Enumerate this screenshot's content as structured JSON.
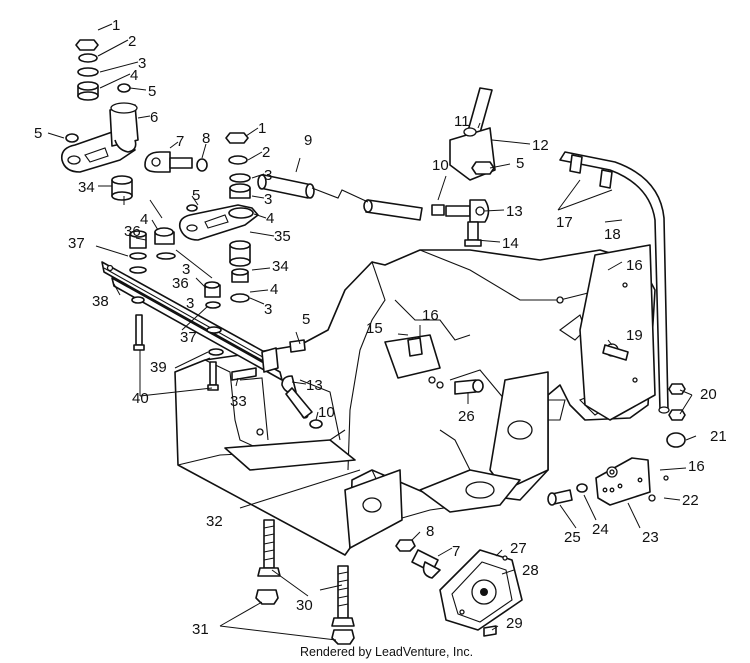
{
  "credit": "Rendered by LeadVenture, Inc.",
  "callouts": {
    "c1a": "1",
    "c2a": "2",
    "c3a": "3",
    "c4a": "4",
    "c5a": "5",
    "c5b": "5",
    "c6": "6",
    "c7a": "7",
    "c8a": "8",
    "c1b": "1",
    "c2b": "2",
    "c9": "9",
    "c3b": "3",
    "c5c": "5",
    "c4b": "4",
    "c34a": "34",
    "c35": "35",
    "c11": "11",
    "c12": "12",
    "c5d": "5",
    "c10a": "10",
    "c13a": "13",
    "c14": "14",
    "c17": "17",
    "c18": "18",
    "c16a": "16",
    "c37a": "37",
    "c36a": "36",
    "c4c": "4",
    "c3c": "3",
    "c34b": "34",
    "c38": "38",
    "c36b": "36",
    "c4d": "4",
    "c3d": "3",
    "c37b": "37",
    "c5e": "5",
    "c15": "15",
    "c16b": "16",
    "c19": "19",
    "c39": "39",
    "c40": "40",
    "c33": "33",
    "c13b": "13",
    "c10b": "10",
    "c26": "26",
    "c20": "20",
    "c21": "21",
    "c16c": "16",
    "c22": "22",
    "c32": "32",
    "c8b": "8",
    "c7b": "7",
    "c27": "27",
    "c28": "28",
    "c25": "25",
    "c24": "24",
    "c23": "23",
    "c30": "30",
    "c31": "31",
    "c29": "29"
  }
}
